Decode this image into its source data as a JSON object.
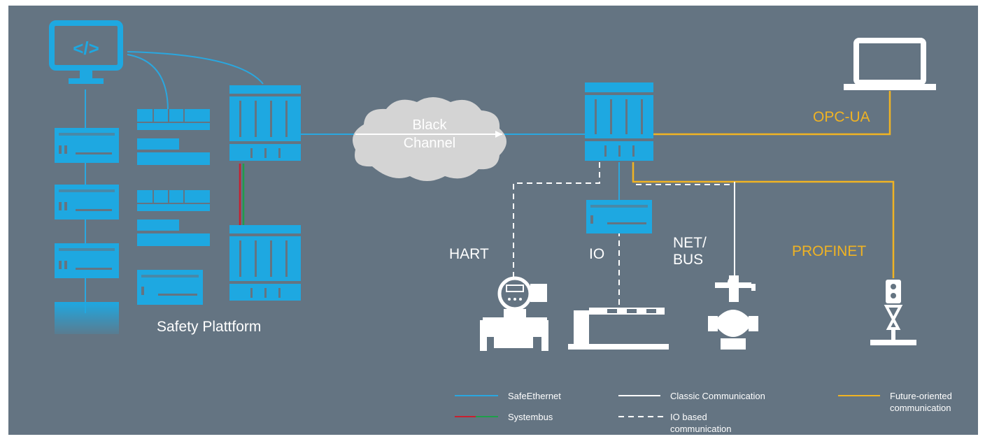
{
  "labels": {
    "platform": "Safety Plattform",
    "cloud_line1": "Black",
    "cloud_line2": "Channel",
    "opcua": "OPC-UA",
    "profinet": "PROFINET",
    "hart": "HART",
    "io": "IO",
    "netbus_line1": "NET/",
    "netbus_line2": "BUS",
    "code_symbol": "</>"
  },
  "legend": {
    "safe_ethernet": "SafeEthernet",
    "systembus": "Systembus",
    "classic": "Classic Communication",
    "io_based_line1": "IO based",
    "io_based_line2": "communication",
    "future_line1": "Future-oriented",
    "future_line2": "communication"
  },
  "colors": {
    "background": "#647482",
    "module_blue": "#1ea8e1",
    "safe_ethernet": "#2aa7df",
    "systembus_red": "#c8202f",
    "systembus_green": "#1f9e4a",
    "future_orange": "#f0b323",
    "classic_white": "#ffffff"
  }
}
